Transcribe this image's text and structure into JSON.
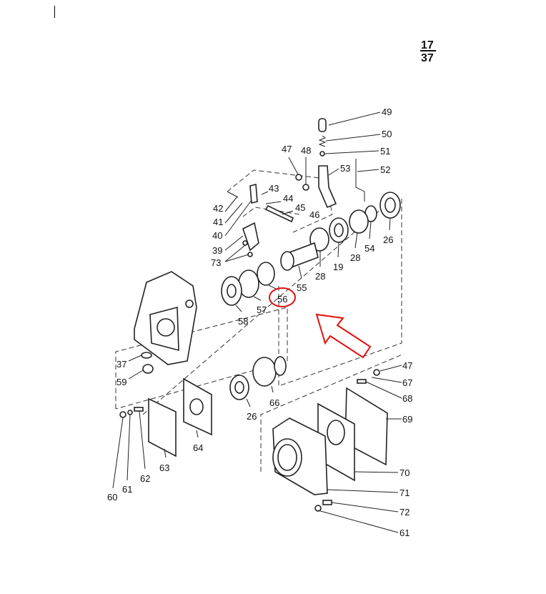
{
  "page": {
    "number": "17",
    "total": "37"
  },
  "highlighted_part": "56",
  "colors": {
    "highlight": "#e01010",
    "line": "#222222"
  },
  "callouts": [
    "49",
    "50",
    "51",
    "52",
    "53",
    "47",
    "48",
    "43",
    "44",
    "42",
    "45",
    "41",
    "46",
    "40",
    "39",
    "73",
    "26",
    "54",
    "28",
    "19",
    "28",
    "55",
    "56",
    "57",
    "58",
    "37",
    "59",
    "47",
    "67",
    "68",
    "69",
    "66",
    "26",
    "64",
    "63",
    "62",
    "61",
    "60",
    "70",
    "71",
    "72",
    "61"
  ]
}
